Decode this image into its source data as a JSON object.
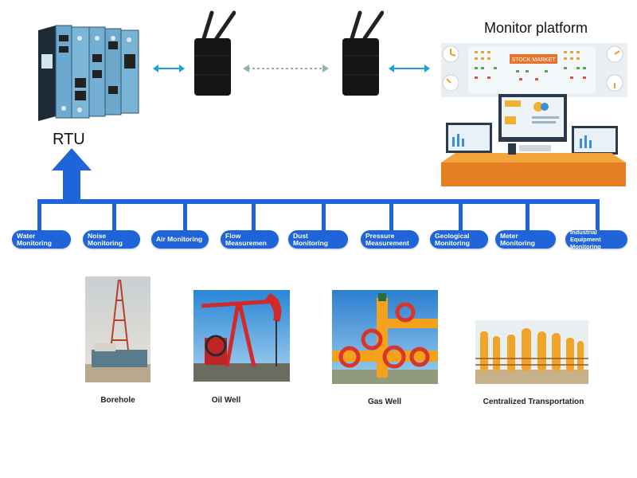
{
  "rtu": {
    "label": "RTU"
  },
  "monitor": {
    "title": "Monitor platform",
    "screen_text": "STOCK MARKET"
  },
  "monitoring_types": [
    "Water Monitoring",
    "Noise Monitoring",
    "Air Monitoring",
    "Flow Measuremen",
    "Dust Monitoring",
    "Pressure Measurement",
    "Geological Monitoring",
    "Meter Monitoring",
    "Industrial Equipment Monitoring"
  ],
  "sites": [
    {
      "label": "Borehole",
      "icon": "drilling-rig-photo"
    },
    {
      "label": "Oil Well",
      "icon": "pumpjack-photo"
    },
    {
      "label": "Gas Well",
      "icon": "gas-wellhead-photo"
    },
    {
      "label": "Centralized Transportation",
      "icon": "tank-station-photo"
    }
  ],
  "colors": {
    "bus_blue": "#1f64d8",
    "link_cyan": "#1aa3d8",
    "wireless_gray": "#8fb3b0",
    "sky_blue": "#2a86d6"
  }
}
